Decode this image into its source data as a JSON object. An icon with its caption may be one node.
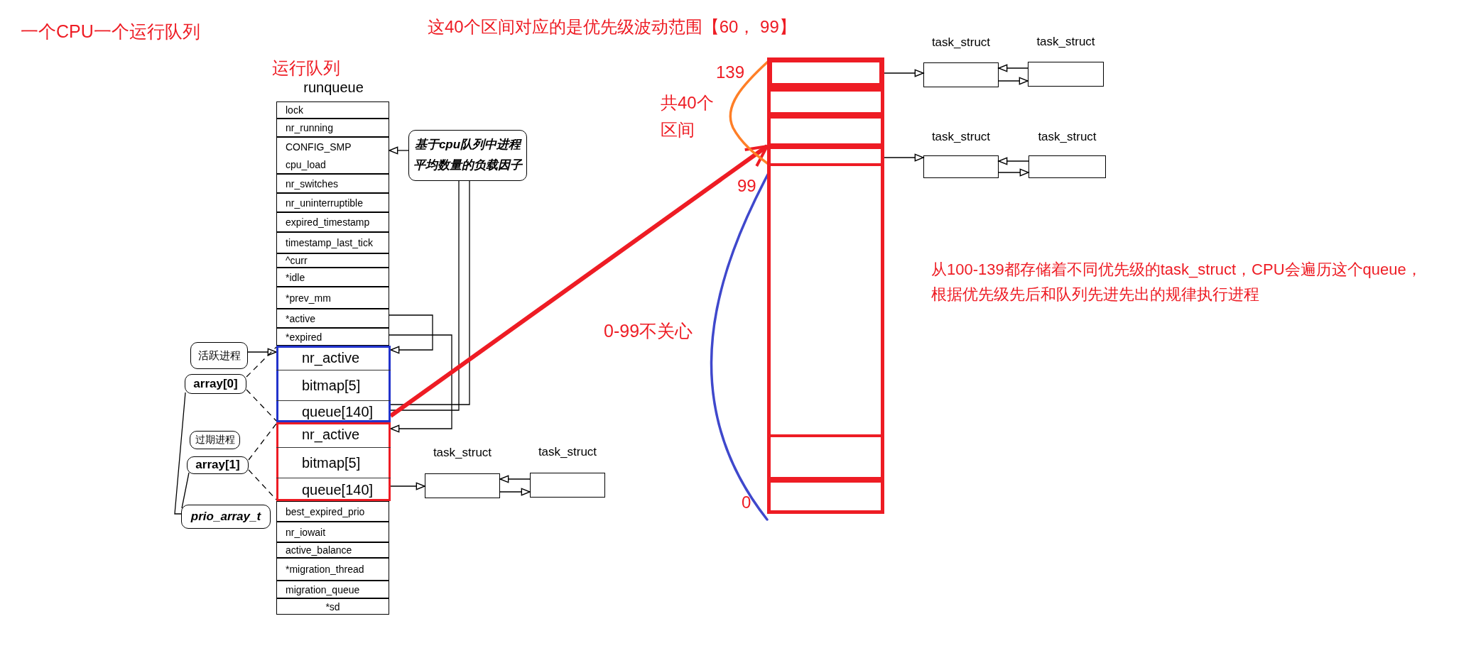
{
  "diagram": {
    "nodes": [
      {
        "text": [
          "runqueue"
        ]
      },
      {
        "text": [
          "lock"
        ],
        "in": 0
      },
      {
        "text": [
          "nr_running"
        ],
        "in": 0
      },
      {
        "text": [
          "CONFIG_SMP",
          "cpu_load"
        ],
        "in": 0
      },
      {
        "text": [
          "nr_switches"
        ],
        "in": 0
      },
      {
        "text": [
          "nr_uninterruptible"
        ],
        "in": 0
      },
      {
        "text": [
          "expired_timestamp"
        ],
        "in": 0
      },
      {
        "text": [
          "timestamp_last_tick"
        ],
        "in": 0
      },
      {
        "text": [
          "^curr"
        ],
        "in": 0
      },
      {
        "text": [
          "*idle"
        ],
        "in": 0
      },
      {
        "text": [
          "*prev_mm"
        ],
        "in": 0
      },
      {
        "text": [
          "*active"
        ],
        "in": 0
      },
      {
        "text": [
          "*expired"
        ],
        "in": 0
      },
      {
        "text": [],
        "shape": "box",
        "in": 0
      },
      {
        "text": [
          "nr_active"
        ],
        "in": 13
      },
      {
        "text": [
          "bitmap[5]"
        ],
        "in": 13
      },
      {
        "text": [
          "queue[140]"
        ],
        "in": 13
      },
      {
        "text": [],
        "shape": "box",
        "in": 0
      },
      {
        "text": [
          "nr_active"
        ],
        "in": 17
      },
      {
        "text": [
          "bitmap[5]"
        ],
        "in": 17
      },
      {
        "text": [
          "queue[140]"
        ],
        "in": 17
      },
      {
        "text": [
          "best_expired_prio"
        ],
        "in": 0
      },
      {
        "text": [
          "nr_iowait"
        ],
        "in": 0
      },
      {
        "text": [
          "active_balance"
        ],
        "in": 0
      },
      {
        "text": [
          "*migration_thread"
        ],
        "in": 0
      },
      {
        "text": [
          "migration_queue"
        ],
        "in": 0
      },
      {
        "text": [
          "*sd"
        ],
        "in": 0
      },
      {
        "text": [
          "基于cpu队列中进程平均数量的负载因子"
        ]
      },
      {
        "text": [
          "活跃进程"
        ]
      },
      {
        "text": [
          "array[0]"
        ]
      },
      {
        "text": [
          "过期进程"
        ]
      },
      {
        "text": [
          "array[1]"
        ]
      },
      {
        "text": [
          "prio_array_t"
        ]
      },
      {
        "text": [
          "task_struct"
        ]
      },
      {
        "text": [
          "task_struct"
        ]
      },
      {
        "text": [],
        "shape": "box"
      },
      {
        "text": [],
        "shape": "box",
        "in": 35
      },
      {
        "text": [],
        "shape": "box",
        "in": 35
      },
      {
        "text": [],
        "shape": "box",
        "in": 35
      },
      {
        "text": [],
        "shape": "box",
        "in": 35
      },
      {
        "text": [],
        "shape": "box",
        "in": 35
      },
      {
        "text": [],
        "shape": "box",
        "in": 35
      },
      {
        "text": [
          "task_struct"
        ]
      },
      {
        "text": [
          "task_struct"
        ]
      },
      {
        "text": [
          "task_struct"
        ]
      },
      {
        "text": [
          "task_struct"
        ]
      }
    ],
    "edges": [
      {
        "from": 27,
        "to": 3,
        "arrow": "to"
      },
      {
        "from": 28,
        "to": 13,
        "arrow": "to"
      },
      {
        "from": 29,
        "to": 13,
        "arrow": "none",
        "style": "dashed"
      },
      {
        "from": 29,
        "to": 13,
        "arrow": "none",
        "style": "dashed"
      },
      {
        "from": 31,
        "to": 17,
        "arrow": "none",
        "style": "dashed"
      },
      {
        "from": 31,
        "to": 17,
        "arrow": "none",
        "style": "dashed"
      },
      {
        "from": 32,
        "to": 29,
        "arrow": "none"
      },
      {
        "from": 32,
        "to": 31,
        "arrow": "none"
      },
      {
        "from": 11,
        "to": 13,
        "arrow": "to"
      },
      {
        "from": 12,
        "to": 17,
        "arrow": "to"
      },
      {
        "from": 27,
        "to": 16,
        "arrow": "none"
      },
      {
        "from": 27,
        "to": 16,
        "arrow": "none"
      },
      {
        "from": 16,
        "to": 35,
        "arrow": "to",
        "style": "thick",
        "color": "#ee1c24"
      },
      {
        "from": 20,
        "to": 33,
        "arrow": "to"
      },
      {
        "from": 34,
        "to": 33,
        "arrow": "to"
      },
      {
        "from": 33,
        "to": 34,
        "arrow": "to"
      },
      {
        "from": 36,
        "to": 42,
        "arrow": "to"
      },
      {
        "from": 43,
        "to": 42,
        "arrow": "to"
      },
      {
        "from": 42,
        "to": 43,
        "arrow": "to"
      },
      {
        "from": 39,
        "to": 44,
        "arrow": "to"
      },
      {
        "from": 45,
        "to": 44,
        "arrow": "to"
      },
      {
        "from": 44,
        "to": 45,
        "arrow": "to"
      }
    ],
    "labels": [
      "一个CPU一个运行队列",
      "这40个区间对应的是优先级波动范围【60， 99】",
      "运行队列",
      "139",
      "共40个区间",
      "99",
      "0-99不关心",
      "0",
      "从100-139都存储着不同优先级的task_struct，CPU会遍历这个queue，根据优先级先后和队列先进先出的规律执行进程"
    ]
  }
}
